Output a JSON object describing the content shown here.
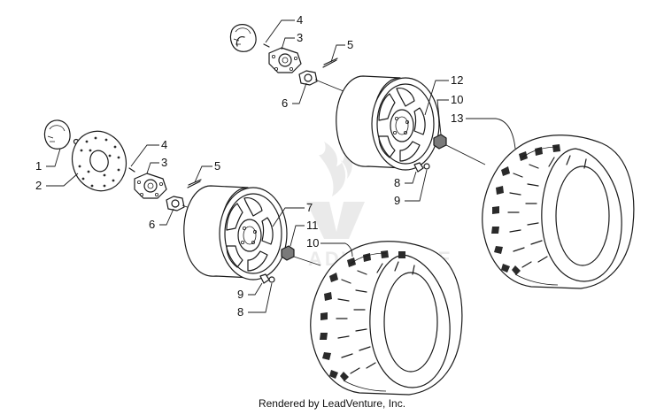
{
  "diagram": {
    "callouts": [
      {
        "id": "c1",
        "label": "1"
      },
      {
        "id": "c2",
        "label": "2"
      },
      {
        "id": "c3a",
        "label": "3"
      },
      {
        "id": "c3b",
        "label": "3"
      },
      {
        "id": "c4a",
        "label": "4"
      },
      {
        "id": "c4b",
        "label": "4"
      },
      {
        "id": "c5a",
        "label": "5"
      },
      {
        "id": "c5b",
        "label": "5"
      },
      {
        "id": "c6a",
        "label": "6"
      },
      {
        "id": "c6b",
        "label": "6"
      },
      {
        "id": "c7",
        "label": "7"
      },
      {
        "id": "c8a",
        "label": "8"
      },
      {
        "id": "c8b",
        "label": "8"
      },
      {
        "id": "c9a",
        "label": "9"
      },
      {
        "id": "c9b",
        "label": "9"
      },
      {
        "id": "c10a",
        "label": "10"
      },
      {
        "id": "c10b",
        "label": "10"
      },
      {
        "id": "c11",
        "label": "11"
      },
      {
        "id": "c12",
        "label": "12"
      },
      {
        "id": "c13",
        "label": "13"
      }
    ],
    "watermark_text": "ADVENTURE"
  },
  "footer": {
    "text": "Rendered by LeadVenture, Inc."
  }
}
